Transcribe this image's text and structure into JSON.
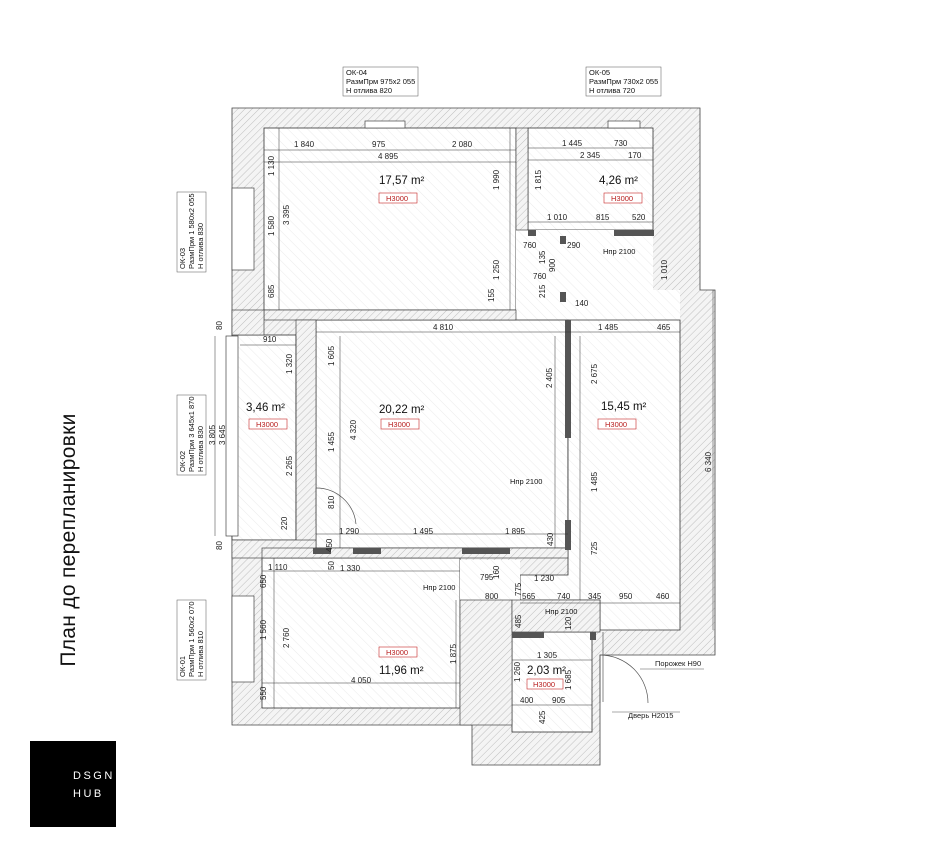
{
  "page_title": "План до перепланировки",
  "logo": {
    "line1": "DSGN",
    "line2": "HUB"
  },
  "rooms": [
    {
      "area": "17,57 m²",
      "height": "Н3000"
    },
    {
      "area": "4,26 m²",
      "height": "Н3000"
    },
    {
      "area": "3,46 m²",
      "height": "Н3000"
    },
    {
      "area": "20,22 m²",
      "height": "Н3000"
    },
    {
      "area": "15,45 m²",
      "height": "Н3000"
    },
    {
      "area": "11,96 m²",
      "height": "Н3000"
    },
    {
      "area": "2,03 m²",
      "height": "Н3000"
    }
  ],
  "windows": [
    {
      "id": "ОК-04",
      "size": "РазмПрм  975x2 055",
      "sill": "Н отлива  820"
    },
    {
      "id": "ОК-05",
      "size": "РазмПрм  730x2 055",
      "sill": "Н отлива  720"
    },
    {
      "id": "ОК-03",
      "size": "РазмПрм  1 580x2 055",
      "sill": "Н отлива  830"
    },
    {
      "id": "ОК-02",
      "size": "РазмПрм  3 645x1 870",
      "sill": "Н отлива  830"
    },
    {
      "id": "ОК-01",
      "size": "РазмПрм  1 560x2 070",
      "sill": "Н отлива  810"
    }
  ],
  "openings": {
    "h1": "Нпр 2100",
    "h2": "Нпр 2100",
    "h3": "Нпр 2100",
    "h4": "Нпр 2100"
  },
  "notes": {
    "threshold": "Порожек Н90",
    "door": "Дверь Н2015"
  },
  "dimensions": {
    "d1840": "1 840",
    "d975": "975",
    "d2080": "2 080",
    "d4895": "4 895",
    "d1445": "1 445",
    "d730": "730",
    "d2345": "2 345",
    "d170": "170",
    "d1130": "1 130",
    "d3395": "3 395",
    "d1580": "1 580",
    "d685": "685",
    "d1990": "1 990",
    "d1250": "1 250",
    "d155": "155",
    "d1815": "1 815",
    "d1010a": "1 010",
    "d815": "815",
    "d520": "520",
    "d760a": "760",
    "d290": "290",
    "d135": "135",
    "d900": "900",
    "d760b": "760",
    "d215": "215",
    "d140": "140",
    "d1010b": "1 010",
    "d4810": "4 810",
    "d1485a": "1 485",
    "d465": "465",
    "d80a": "80",
    "d910": "910",
    "d1320": "1 320",
    "d3805": "3 805",
    "d3645": "3 645",
    "d2265": "2 265",
    "d220": "220",
    "d80b": "80",
    "d1605": "1 605",
    "d1455": "1 455",
    "d810": "810",
    "d4320": "4 320",
    "d2405": "2 405",
    "d2675": "2 675",
    "d1485b": "1 485",
    "d725": "725",
    "d6340": "6 340",
    "d1290": "1 290",
    "d1495": "1 495",
    "d1895": "1 895",
    "d430": "430",
    "d450": "450",
    "d1110": "1 110",
    "d650": "650",
    "d50": "50",
    "d1330": "1 330",
    "d795": "795",
    "d160": "160",
    "d1230": "1 230",
    "d800": "800",
    "d775": "775",
    "d565": "565",
    "d740": "740",
    "d345": "345",
    "d950": "950",
    "d460": "460",
    "d485": "485",
    "d120": "120",
    "d1560": "1 560",
    "d2760": "2 760",
    "d1875": "1 875",
    "d4050": "4 050",
    "d550": "550",
    "d1305": "1 305",
    "d1260": "1 260",
    "d1685": "1 685",
    "d400": "400",
    "d905": "905",
    "d425": "425"
  }
}
